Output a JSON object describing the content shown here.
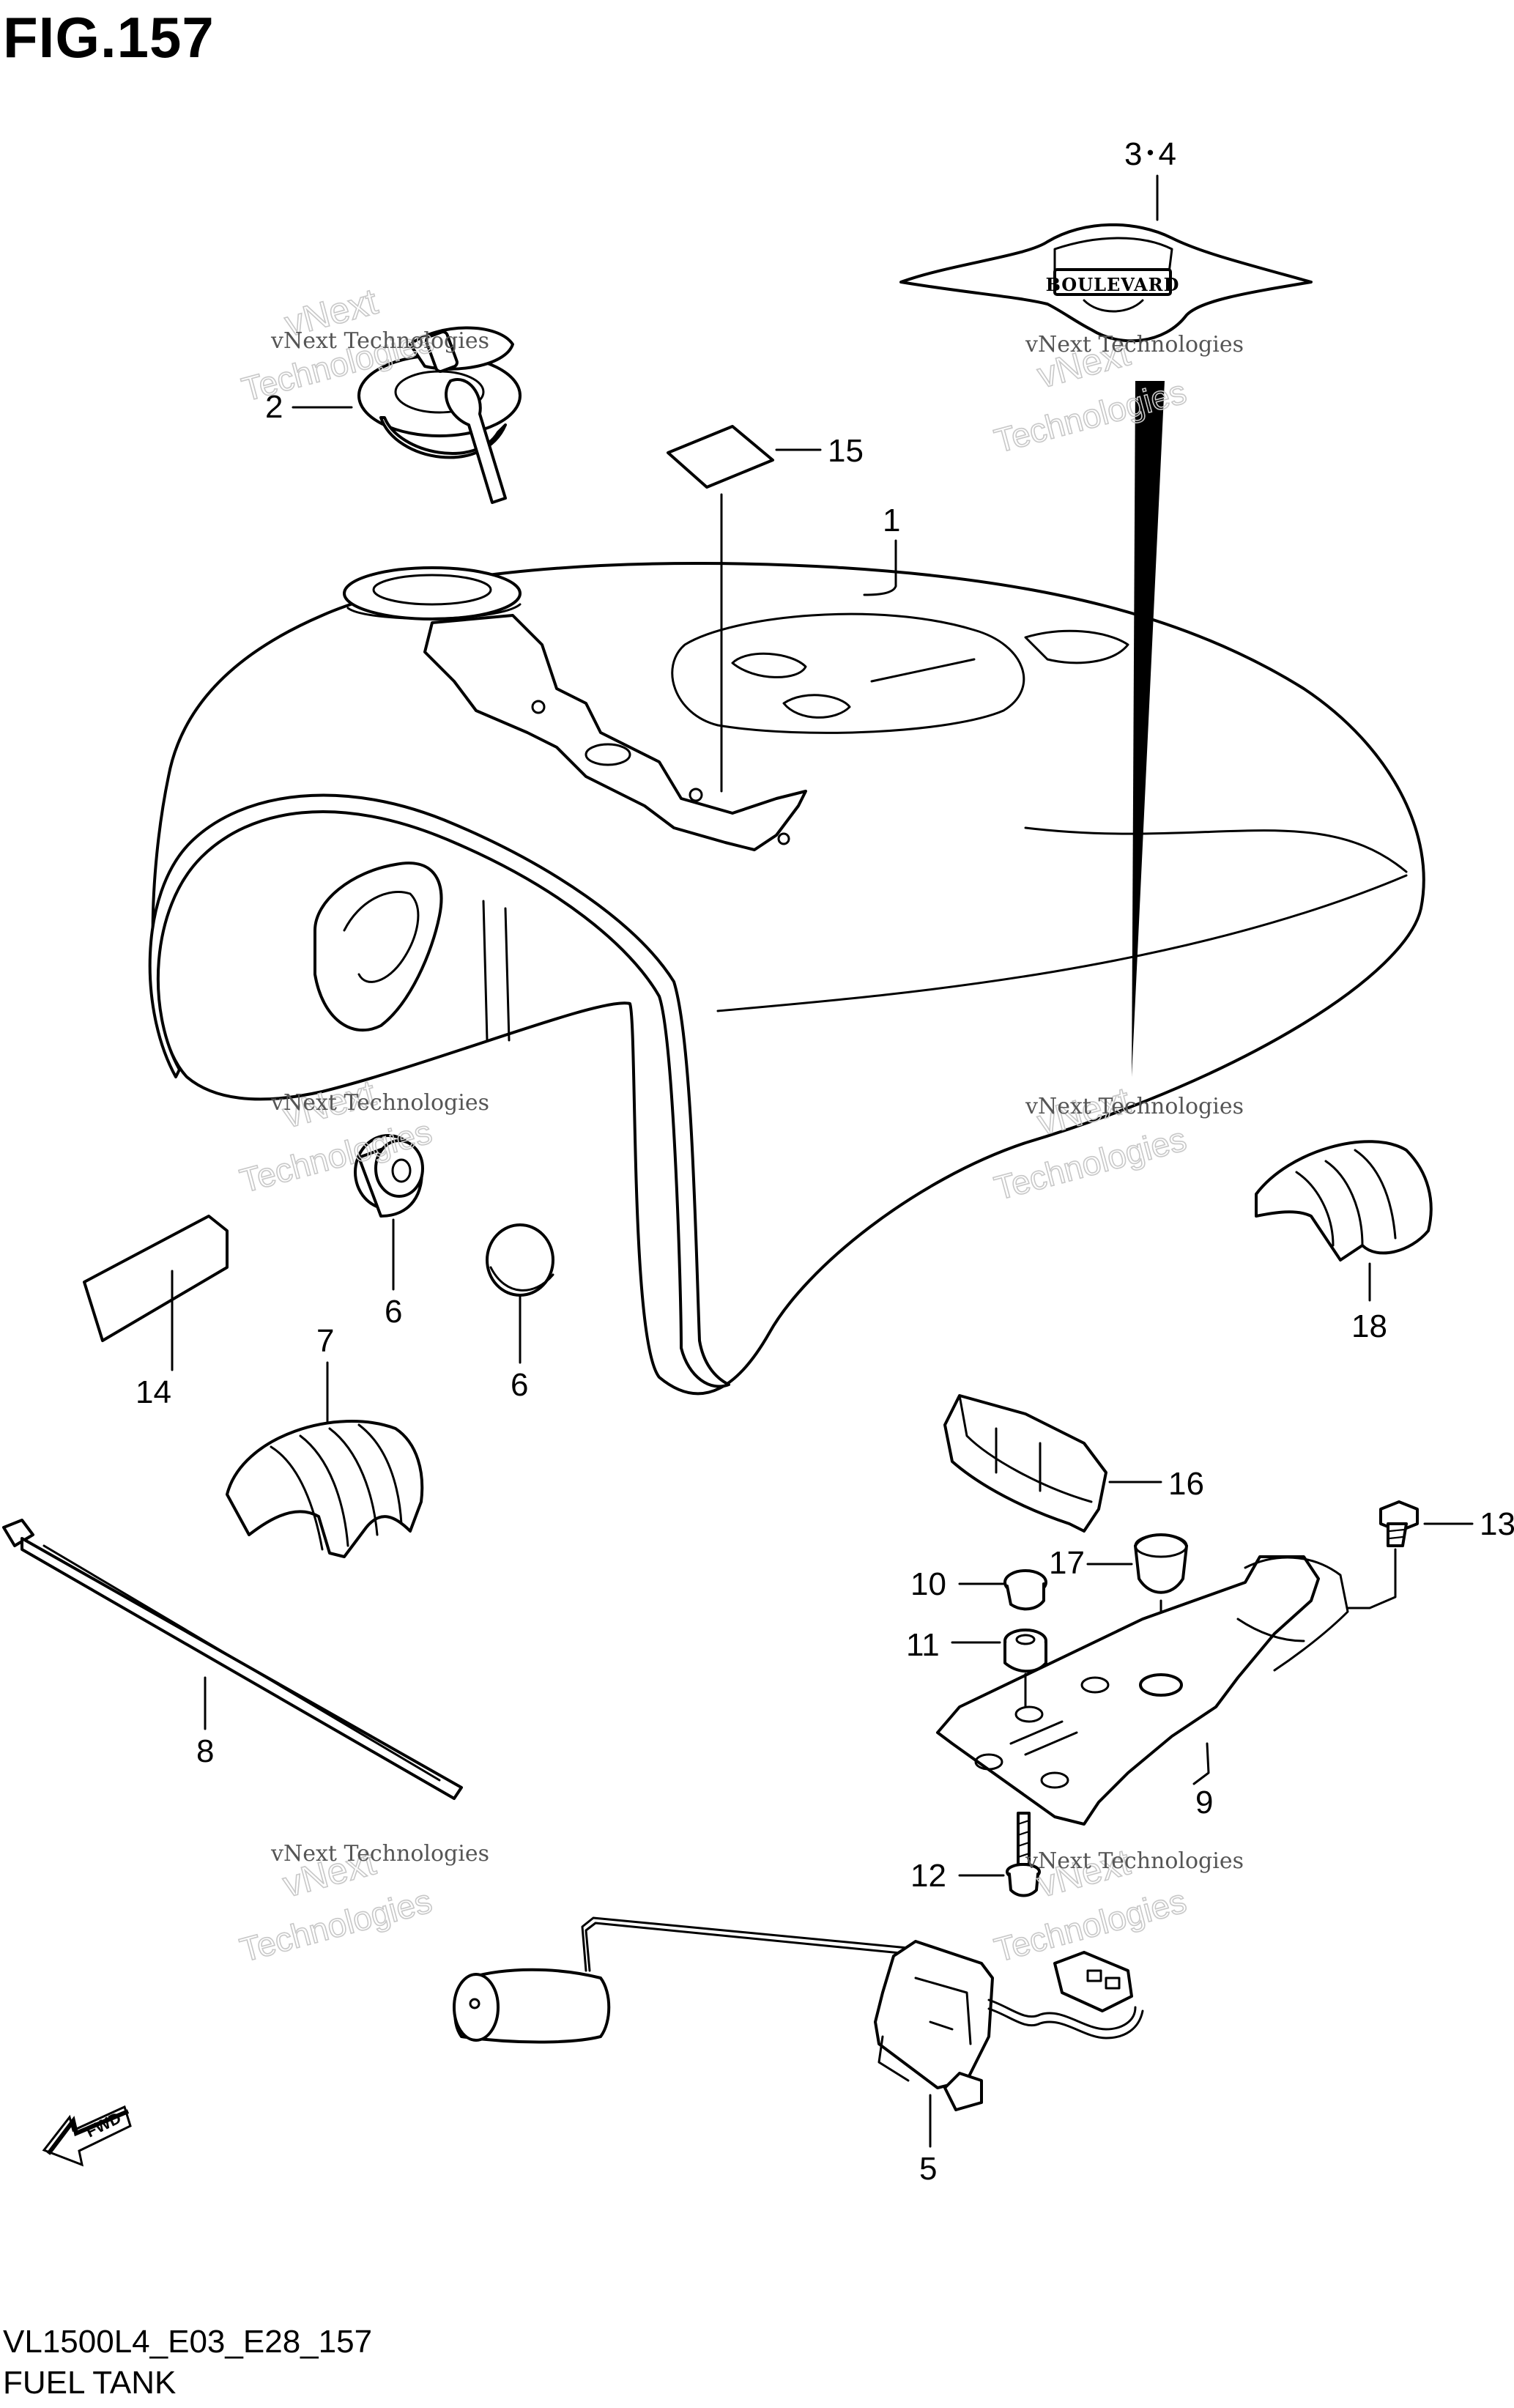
{
  "title": "FIG.157",
  "footer": {
    "code": "VL1500L4_E03_E28_157",
    "name": "FUEL TANK"
  },
  "callouts": {
    "c1": "1",
    "c2": "2",
    "c34": "3･4",
    "c5": "5",
    "c6a": "6",
    "c6b": "6",
    "c7": "7",
    "c8": "8",
    "c9": "9",
    "c10": "10",
    "c11": "11",
    "c12": "12",
    "c13": "13",
    "c14": "14",
    "c15": "15",
    "c16": "16",
    "c17": "17",
    "c18": "18"
  },
  "emblem_text": "BOULEVARD",
  "fwd_text": "FWD",
  "watermark": {
    "line1": "vNext Technologies",
    "line2": "vNext",
    "line3": "Technologies"
  }
}
